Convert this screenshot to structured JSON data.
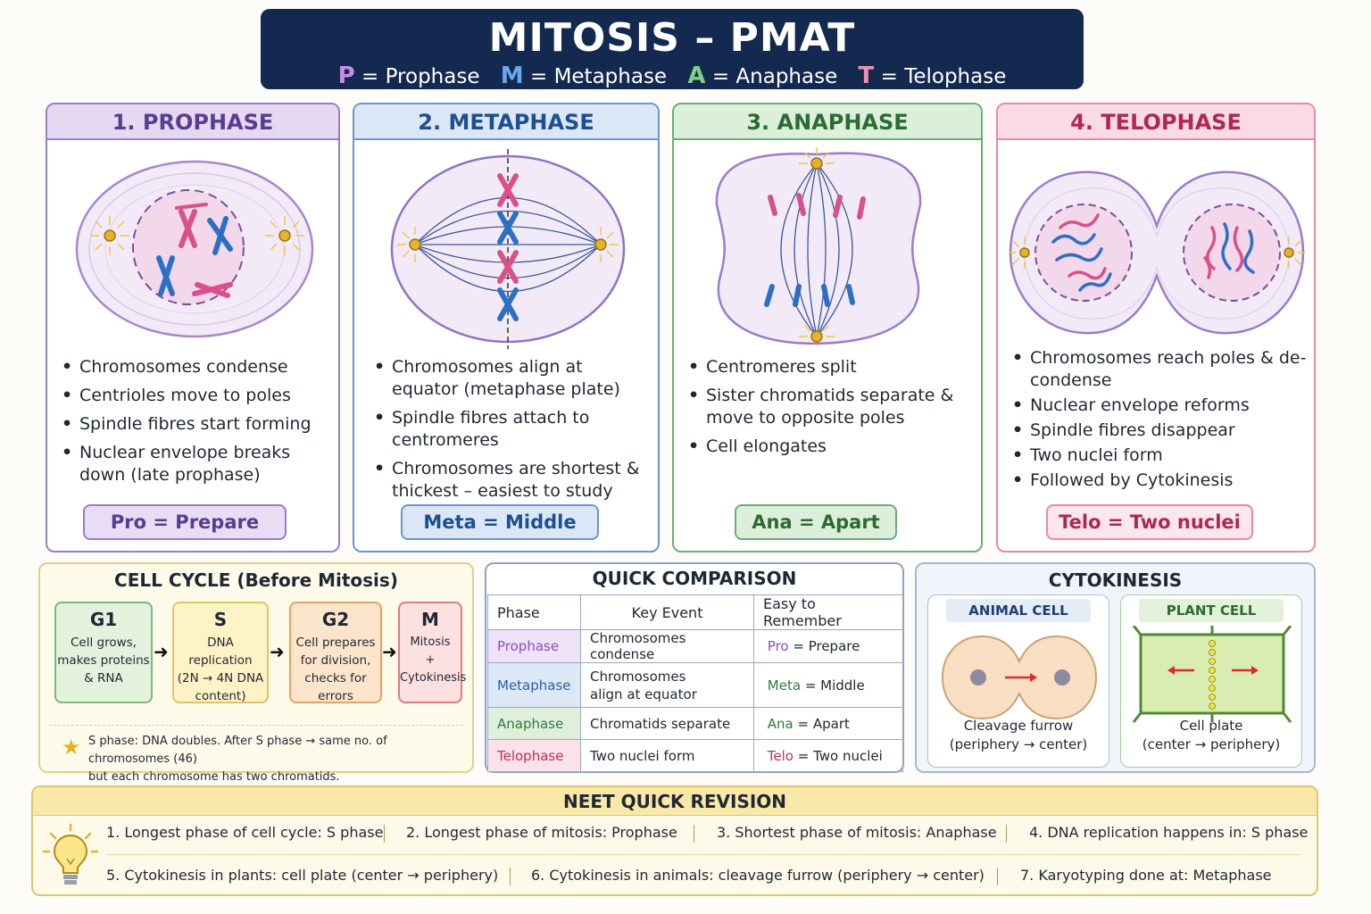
{
  "header": {
    "title": "MITOSIS – PMAT",
    "legend": [
      {
        "letter": "P",
        "text": "= Prophase",
        "color": "#c28ee6"
      },
      {
        "letter": "M",
        "text": "= Metaphase",
        "color": "#6aa8ee"
      },
      {
        "letter": "A",
        "text": "= Anaphase",
        "color": "#7fcf87"
      },
      {
        "letter": "T",
        "text": "= Telophase",
        "color": "#f08fb2"
      }
    ]
  },
  "phases": [
    {
      "title": "1. PROPHASE",
      "points": [
        "Chromosomes condense",
        "Centrioles move to poles",
        "Spindle fibres start forming",
        "Nuclear envelope breaks down (late prophase)"
      ],
      "mnemonic": "Pro = Prepare"
    },
    {
      "title": "2. METAPHASE",
      "points": [
        "Chromosomes align at equator (metaphase plate)",
        "Spindle fibres attach to centromeres",
        "Chromosomes are shortest & thickest – easiest to study"
      ],
      "mnemonic": "Meta = Middle"
    },
    {
      "title": "3. ANAPHASE",
      "points": [
        "Centromeres split",
        "Sister chromatids separate & move to opposite poles",
        "Cell elongates"
      ],
      "mnemonic": "Ana = Apart"
    },
    {
      "title": "4. TELOPHASE",
      "points": [
        "Chromosomes reach poles & de-condense",
        "Nuclear envelope reforms",
        "Spindle fibres disappear",
        "Two nuclei form",
        "Followed by Cytokinesis"
      ],
      "mnemonic": "Telo = Two nuclei"
    }
  ],
  "cell_cycle": {
    "title": "CELL CYCLE (Before Mitosis)",
    "stages": [
      {
        "name": "G1",
        "desc": [
          "Cell grows,",
          "makes proteins",
          "& RNA"
        ]
      },
      {
        "name": "S",
        "desc": [
          "DNA replication",
          "(2N → 4N DNA",
          "content)"
        ]
      },
      {
        "name": "G2",
        "desc": [
          "Cell prepares",
          "for division,",
          "checks for errors"
        ]
      },
      {
        "name": "M",
        "desc": [
          "Mitosis",
          "+",
          "Cytokinesis"
        ]
      }
    ],
    "note_line1": "S phase: DNA doubles. After S phase → same no. of chromosomes (46)",
    "note_line2": "but each chromosome has two chromatids."
  },
  "comparison": {
    "title": "QUICK COMPARISON",
    "headers": [
      "Phase",
      "Key Event",
      "Easy to Remember"
    ],
    "rows": [
      {
        "phase": "Prophase",
        "event": "Chromosomes condense",
        "key": "Pro",
        "rest": "= Prepare",
        "color": "#8a4fc4"
      },
      {
        "phase": "Metaphase",
        "event": "Chromosomes align at equator",
        "key": "Meta",
        "rest": "= Middle",
        "color": "#2661a8"
      },
      {
        "phase": "Anaphase",
        "event": "Chromatids separate",
        "key": "Ana",
        "rest": "= Apart",
        "color": "#2f7a38"
      },
      {
        "phase": "Telophase",
        "event": "Two nuclei form",
        "key": "Telo",
        "rest": "= Two nuclei",
        "color": "#c0305c"
      }
    ]
  },
  "cytokinesis": {
    "title": "CYTOKINESIS",
    "animal": {
      "label": "ANIMAL CELL",
      "cap1": "Cleavage furrow",
      "cap2": "(periphery → center)"
    },
    "plant": {
      "label": "PLANT CELL",
      "cap1": "Cell plate",
      "cap2": "(center → periphery)"
    }
  },
  "neet": {
    "title": "NEET QUICK REVISION",
    "row1": [
      "1.  Longest phase of cell cycle:  S phase",
      "2.  Longest phase of mitosis:  Prophase",
      "3.  Shortest phase of mitosis:  Anaphase",
      "4.  DNA replication happens in:  S phase"
    ],
    "row2": [
      "5.  Cytokinesis in plants:  cell plate (center → periphery)",
      "6.  Cytokinesis in animals:  cleavage furrow (periphery → center)",
      "7.  Karyotyping done at:  Metaphase"
    ]
  }
}
